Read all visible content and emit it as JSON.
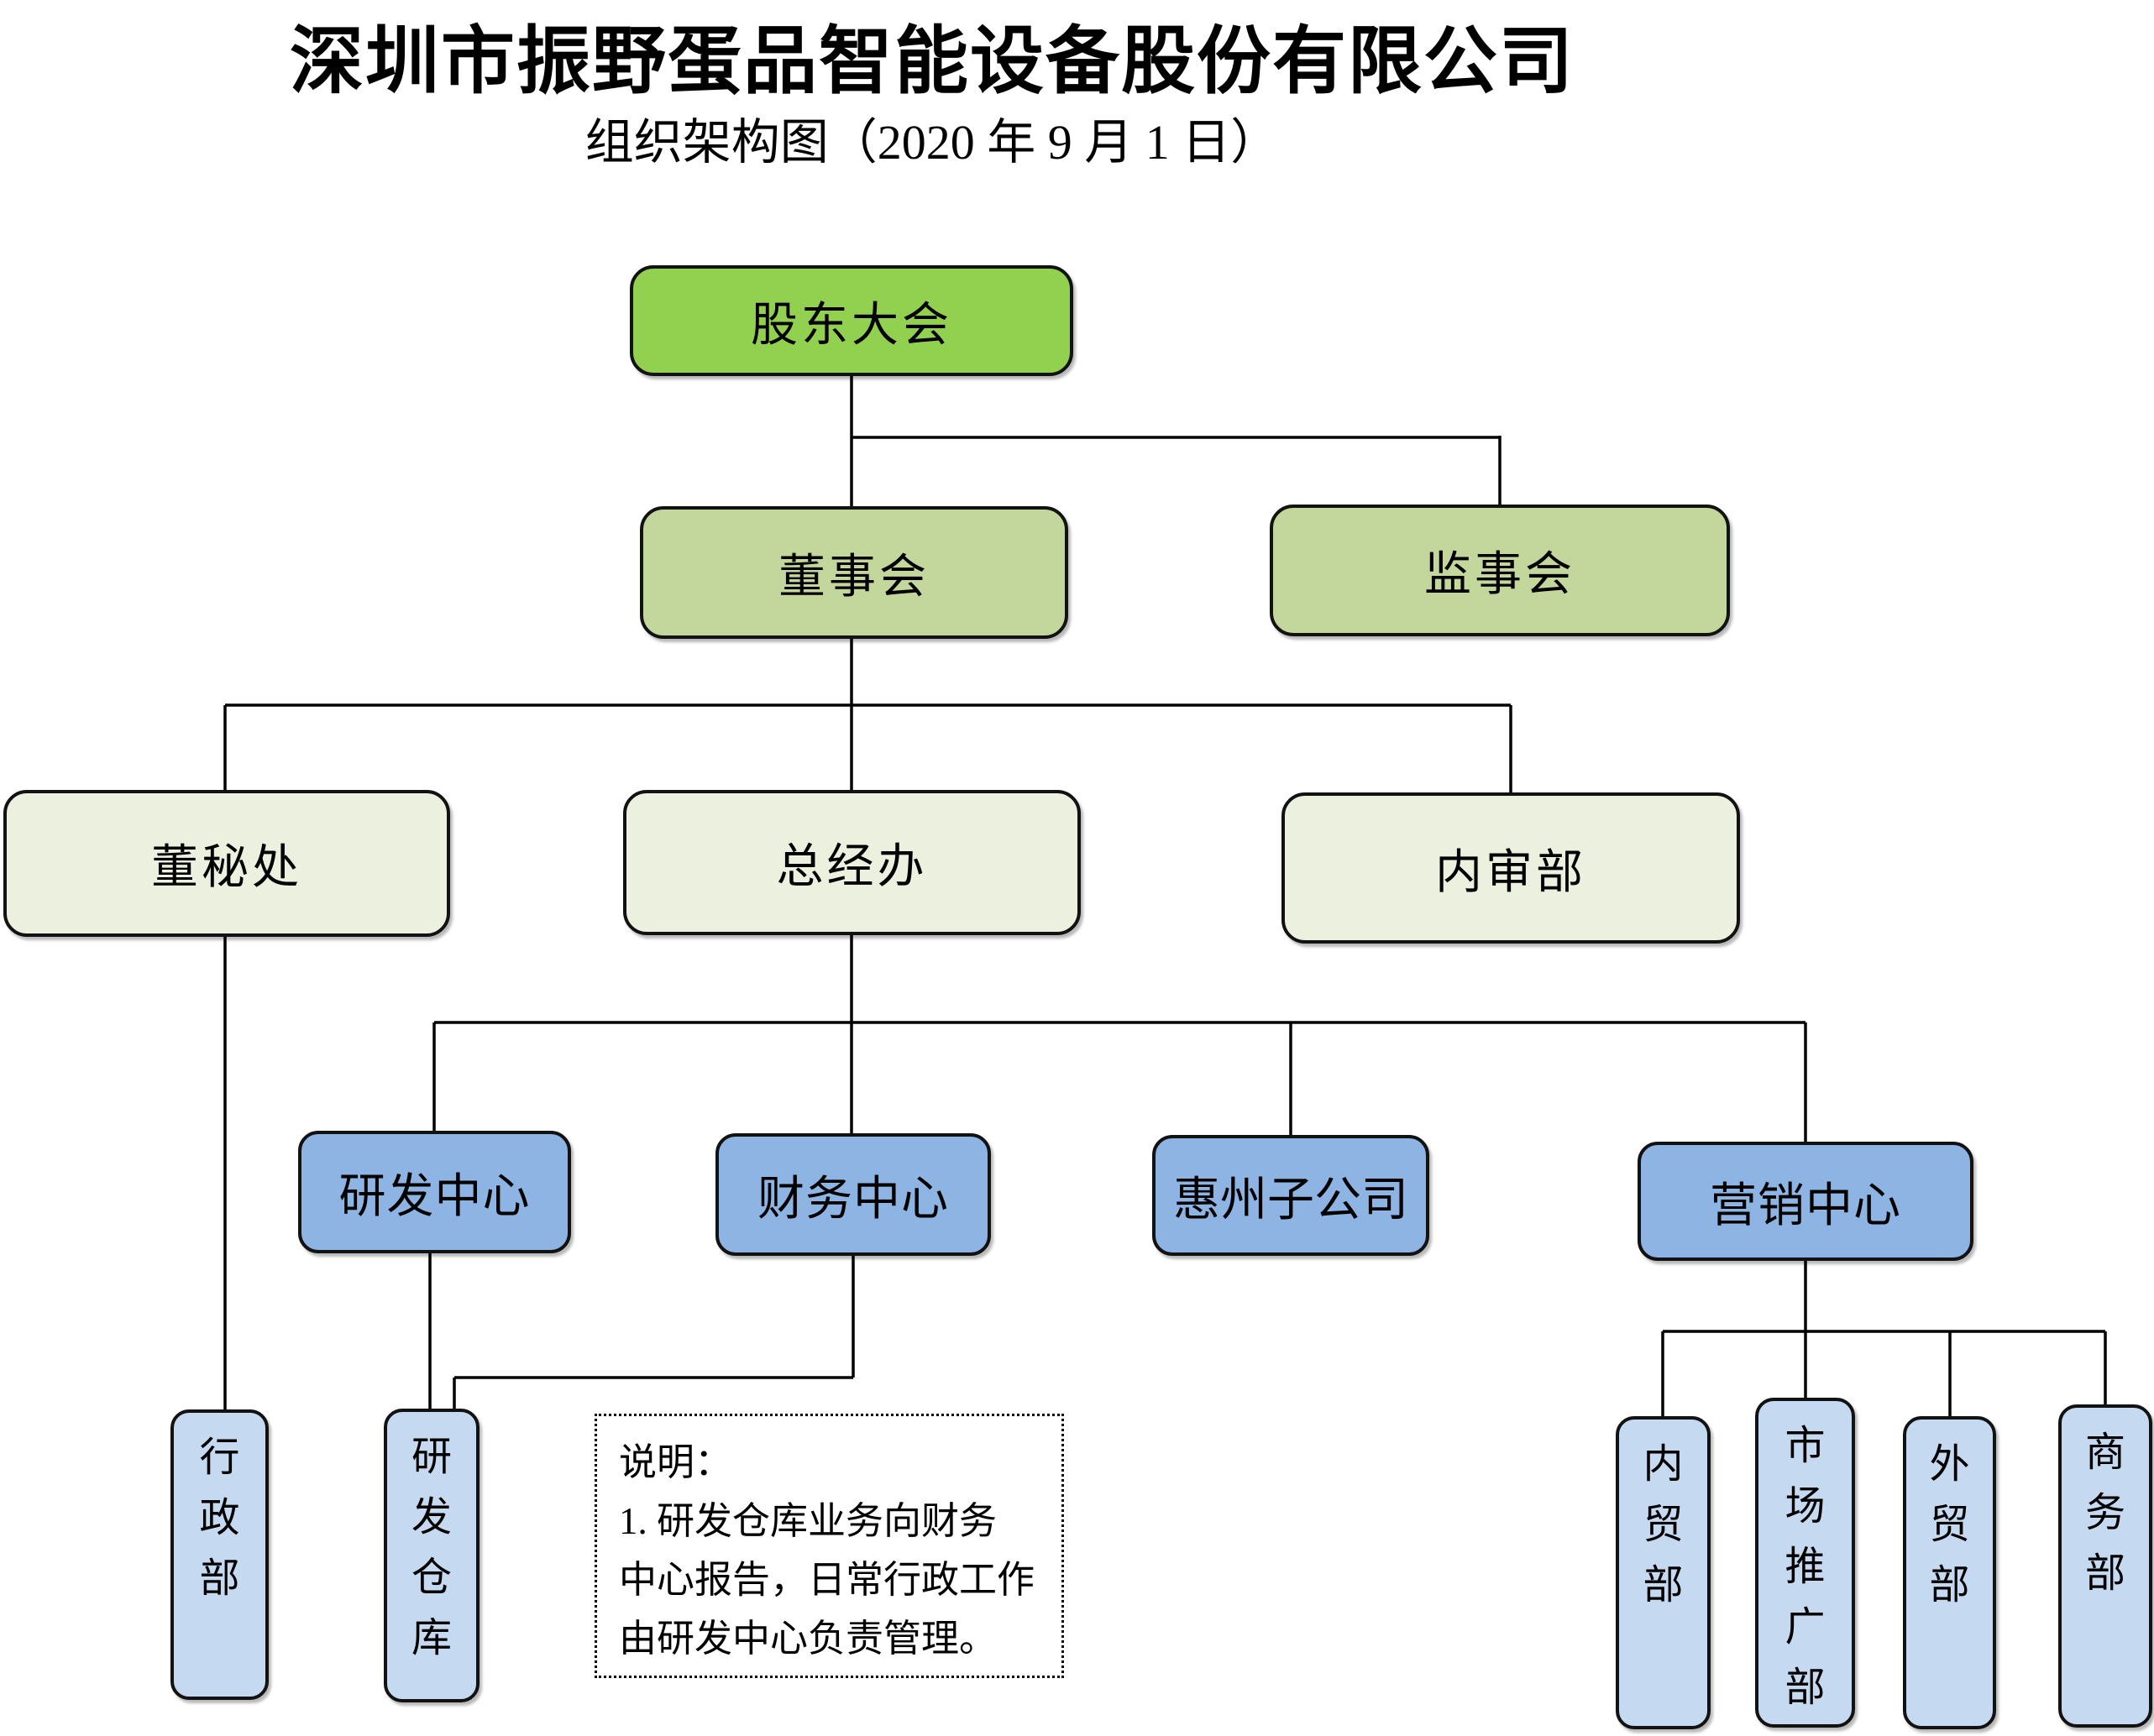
{
  "header": {
    "title": "深圳市振野蛋品智能设备股份有限公司",
    "subtitle": "组织架构图（2020 年 9 月 1 日）"
  },
  "colors": {
    "level1_green": "#92D050",
    "level2_sage": "#C3D69B",
    "level3_pale": "#EBF1DE",
    "level4_blue": "#8DB4E2",
    "level5_lightblue": "#C5D9F1",
    "connector_line": "#000000",
    "box_border": "#121212"
  },
  "boxes": {
    "shareholders_meeting": {
      "label": "股东大会"
    },
    "board_of_directors": {
      "label": "董事会"
    },
    "board_of_supervisors": {
      "label": "监事会"
    },
    "board_secretary_office": {
      "label": "董秘处"
    },
    "general_manager_office": {
      "label": "总经办"
    },
    "internal_audit_dept": {
      "label": "内审部"
    },
    "rd_center": {
      "label": "研发中心"
    },
    "finance_center": {
      "label": "财务中心"
    },
    "huizhou_subsidiary": {
      "label": "惠州子公司"
    },
    "marketing_center": {
      "label": "营销中心"
    },
    "admin_dept": {
      "label": "行政部"
    },
    "rd_warehouse": {
      "label": "研发仓库"
    },
    "domestic_trade_dept": {
      "label": "内贸部"
    },
    "market_promotion_dept": {
      "label": "市场推广部"
    },
    "foreign_trade_dept": {
      "label": "外贸部"
    },
    "business_dept": {
      "label": "商务部"
    }
  },
  "note": {
    "heading": "说明：",
    "lines": [
      "1. 研发仓库业务向财务",
      "中心报告，日常行政工作",
      "由研发中心负责管理。"
    ]
  }
}
